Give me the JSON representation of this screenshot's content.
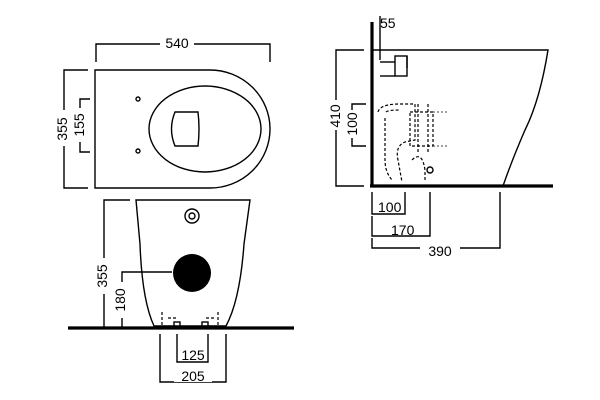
{
  "dimensions": {
    "top_width": "540",
    "top_depth": "355",
    "top_seat_offset": "155",
    "side_tank_width": "55",
    "side_height": "410",
    "side_outlet_height": "100",
    "side_outlet_dist": "100",
    "side_outlet_axis": "170",
    "side_length": "390",
    "front_height": "355",
    "front_inlet_height": "180",
    "front_inner_width": "125",
    "front_outer_width": "205"
  },
  "colors": {
    "line": "#000000",
    "background": "#ffffff"
  }
}
